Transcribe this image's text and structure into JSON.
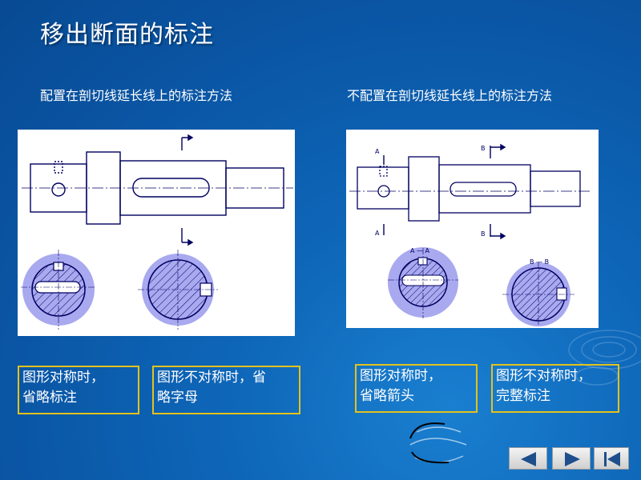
{
  "title": "移出断面的标注",
  "left": {
    "subtitle": "配置在剖切线延长线上的标注方法",
    "note1": {
      "line1": "图形对称时，",
      "line2": "省略标注"
    },
    "note2": {
      "line1": "图形不对称时，省",
      "line2": "略字母"
    }
  },
  "right": {
    "subtitle": "不配置在剖切线延长线上的标注方法",
    "labels": {
      "a_top": "A",
      "a_bottom": "A",
      "b_top": "B",
      "b_bottom": "B",
      "section_a": "A — A",
      "section_b": "B — B"
    },
    "note1": {
      "line1": "图形对称时，",
      "line2": "省略箭头"
    },
    "note2": {
      "line1": "图形不对称时，",
      "line2": "完整标注"
    }
  },
  "nav": {
    "prev_icon": "triangle-left-icon",
    "next_icon": "triangle-right-icon",
    "first_icon": "first-page-icon"
  },
  "colors": {
    "background": "#0a55a4",
    "note_border": "#e3c21b",
    "section_fill": "#a9a9f0",
    "drawing_line": "#000060"
  }
}
